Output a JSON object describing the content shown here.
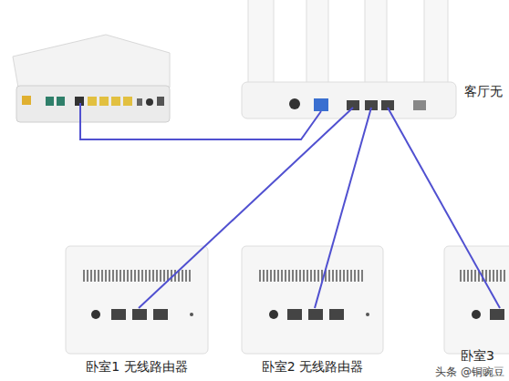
{
  "diagram": {
    "nodes": [
      {
        "text": [
          "客厅无"
        ]
      },
      {
        "text": [
          "卧室1 无线路由器"
        ]
      },
      {
        "text": [
          "卧室2 无线路由器"
        ]
      },
      {
        "text": [
          "卧室3"
        ]
      }
    ],
    "edges": [
      {
        "from": 0,
        "to": 1,
        "arrow": "none"
      },
      {
        "from": 0,
        "to": 2,
        "arrow": "none"
      },
      {
        "from": 0,
        "to": 3,
        "arrow": "none"
      }
    ],
    "labels": [
      "头条 @铜豌豆"
    ]
  }
}
